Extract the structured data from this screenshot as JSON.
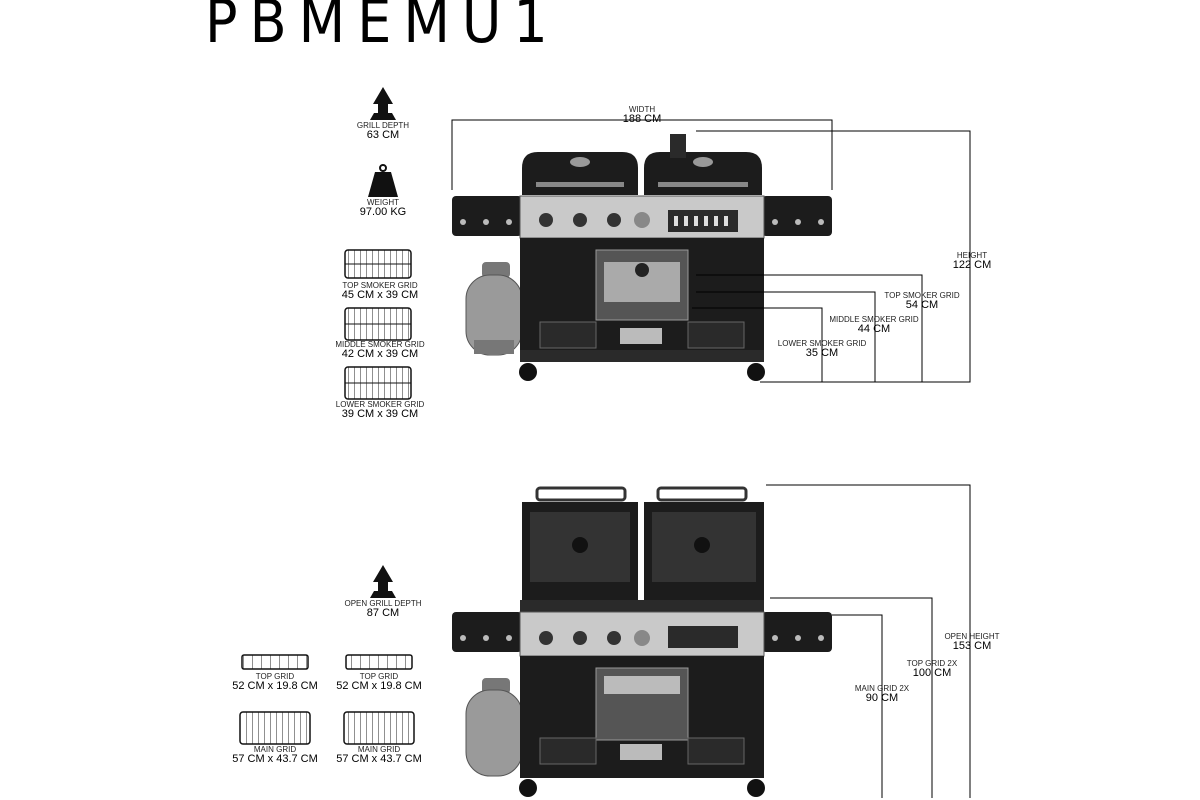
{
  "title": "PBMEMU1",
  "closed": {
    "width": {
      "label": "WIDTH",
      "value": "188 CM"
    },
    "height": {
      "label": "HEIGHT",
      "value": "122 CM"
    },
    "top_smoker_grid_height": {
      "label": "TOP SMOKER GRID",
      "value": "54 CM"
    },
    "middle_smoker_grid_height": {
      "label": "MIDDLE SMOKER GRID",
      "value": "44 CM"
    },
    "lower_smoker_grid_height": {
      "label": "LOWER SMOKER GRID",
      "value": "35 CM"
    }
  },
  "open": {
    "open_height": {
      "label": "OPEN HEIGHT",
      "value": "153 CM"
    },
    "top_grid_height": {
      "label": "TOP GRID 2X",
      "value": "100 CM"
    },
    "main_grid_height": {
      "label": "MAIN GRID 2X",
      "value": "90 CM"
    }
  },
  "specs": {
    "grill_depth": {
      "label": "GRILL DEPTH",
      "value": "63 CM"
    },
    "weight": {
      "label": "WEIGHT",
      "value": "97.00 KG"
    },
    "top_smoker_grid": {
      "label": "TOP SMOKER GRID",
      "value": "45 CM x 39 CM"
    },
    "middle_smoker_grid": {
      "label": "MIDDLE SMOKER GRID",
      "value": "42 CM x 39 CM"
    },
    "lower_smoker_grid": {
      "label": "LOWER SMOKER GRID",
      "value": "39 CM x 39 CM"
    },
    "open_grill_depth": {
      "label": "OPEN GRILL DEPTH",
      "value": "87 CM"
    },
    "top_grid_1": {
      "label": "TOP GRID",
      "value": "52 CM x 19.8 CM"
    },
    "top_grid_2": {
      "label": "TOP GRID",
      "value": "52 CM x 19.8 CM"
    },
    "main_grid_1": {
      "label": "MAIN GRID",
      "value": "57 CM x 43.7 CM"
    },
    "main_grid_2": {
      "label": "MAIN GRID",
      "value": "57 CM x 43.7 CM"
    }
  },
  "colors": {
    "grill_body": "#1c1c1c",
    "control_panel": "#c9c9c9",
    "tank": "#9a9a9a",
    "line": "#000000"
  }
}
